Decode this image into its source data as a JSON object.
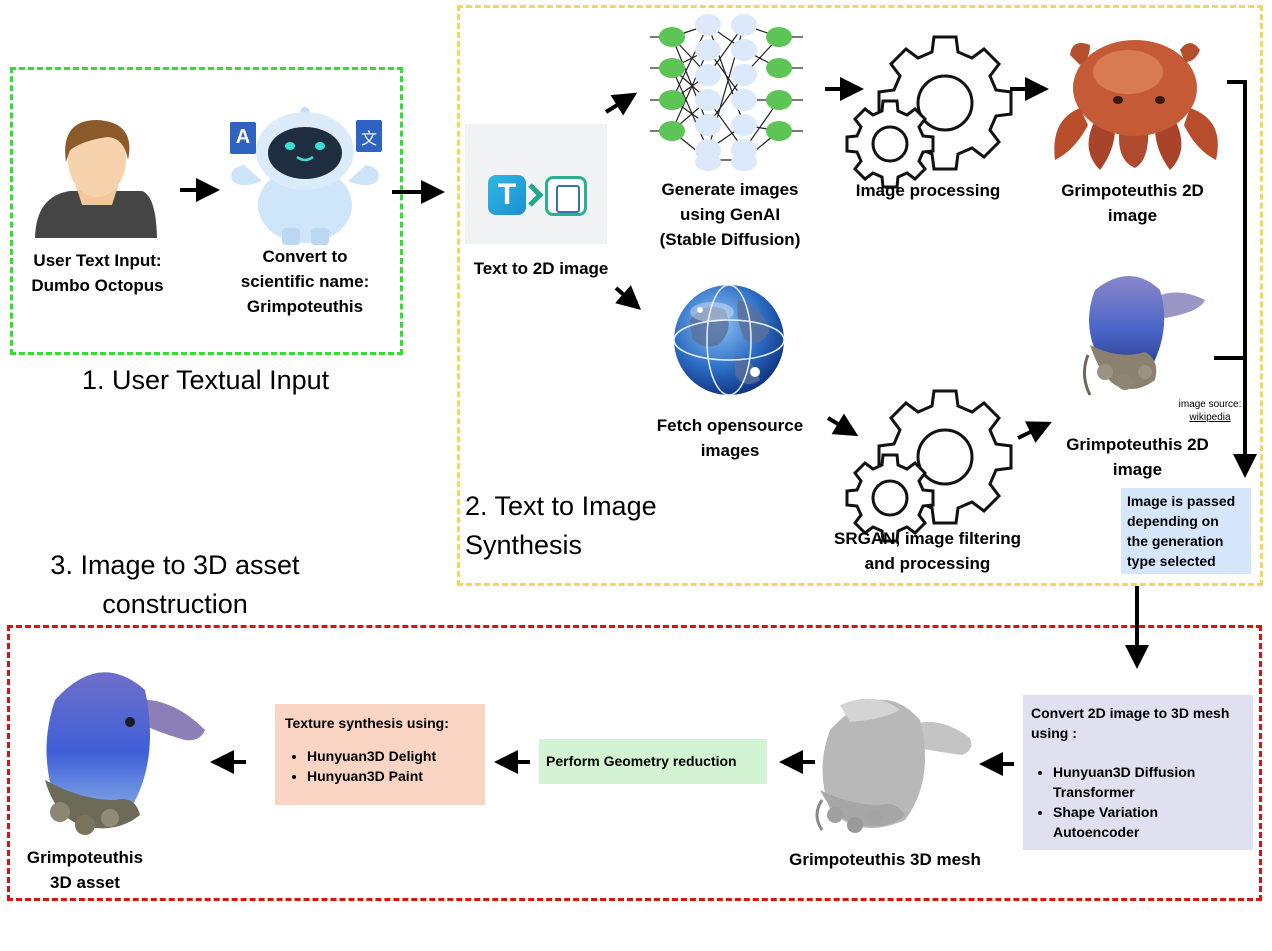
{
  "colors": {
    "section1_border": "#33dd33",
    "section2_border": "#f2d85a",
    "section3_border": "#dd1111",
    "pass_note_bg": "#d6e6fb",
    "convert_note_bg": "#e0e0f0",
    "geometry_bg": "#d3f4d3",
    "texture_bg": "#fbd5c3",
    "gear_fill": "#ffffff",
    "arrow": "#000000"
  },
  "section1": {
    "title": "1. User Textual Input",
    "user_label": "User Text Input:\nDumbo Octopus",
    "robot_label": "Convert to\nscientific name:\nGrimpoteuthis"
  },
  "section2": {
    "title": "2. Text to Image\nSynthesis",
    "t2i_label": "Text to 2D image",
    "genai_label": "Generate images\nusing GenAI\n(Stable Diffusion)",
    "processing_label": "Image processing",
    "output_top_label": "Grimpoteuthis 2D\nimage",
    "fetch_label": "Fetch opensource\nimages",
    "srgan_label": "SRGAN, image filtering\nand processing",
    "output_bottom_label": "Grimpoteuthis 2D\nimage",
    "image_source_prefix": "image source:",
    "image_source_link": "wikipedia",
    "pass_note": "Image is passed\ndepending on\nthe generation\ntype selected"
  },
  "section3": {
    "title": "3. Image to 3D asset\nconstruction",
    "convert_title": "Convert 2D image to 3D mesh\nusing :",
    "convert_items": [
      "Hunyuan3D Diffusion\nTransformer",
      "Shape Variation\nAutoencoder"
    ],
    "mesh_label": "Grimpoteuthis 3D mesh",
    "geometry_label": "Perform Geometry reduction",
    "texture_title": "Texture synthesis using:",
    "texture_items": [
      "Hunyuan3D Delight",
      "Hunyuan3D Paint"
    ],
    "asset_label": "Grimpoteuthis\n3D asset"
  },
  "icons": {
    "t_logo_letter": "T",
    "translate_a": "A",
    "translate_b": "文"
  }
}
